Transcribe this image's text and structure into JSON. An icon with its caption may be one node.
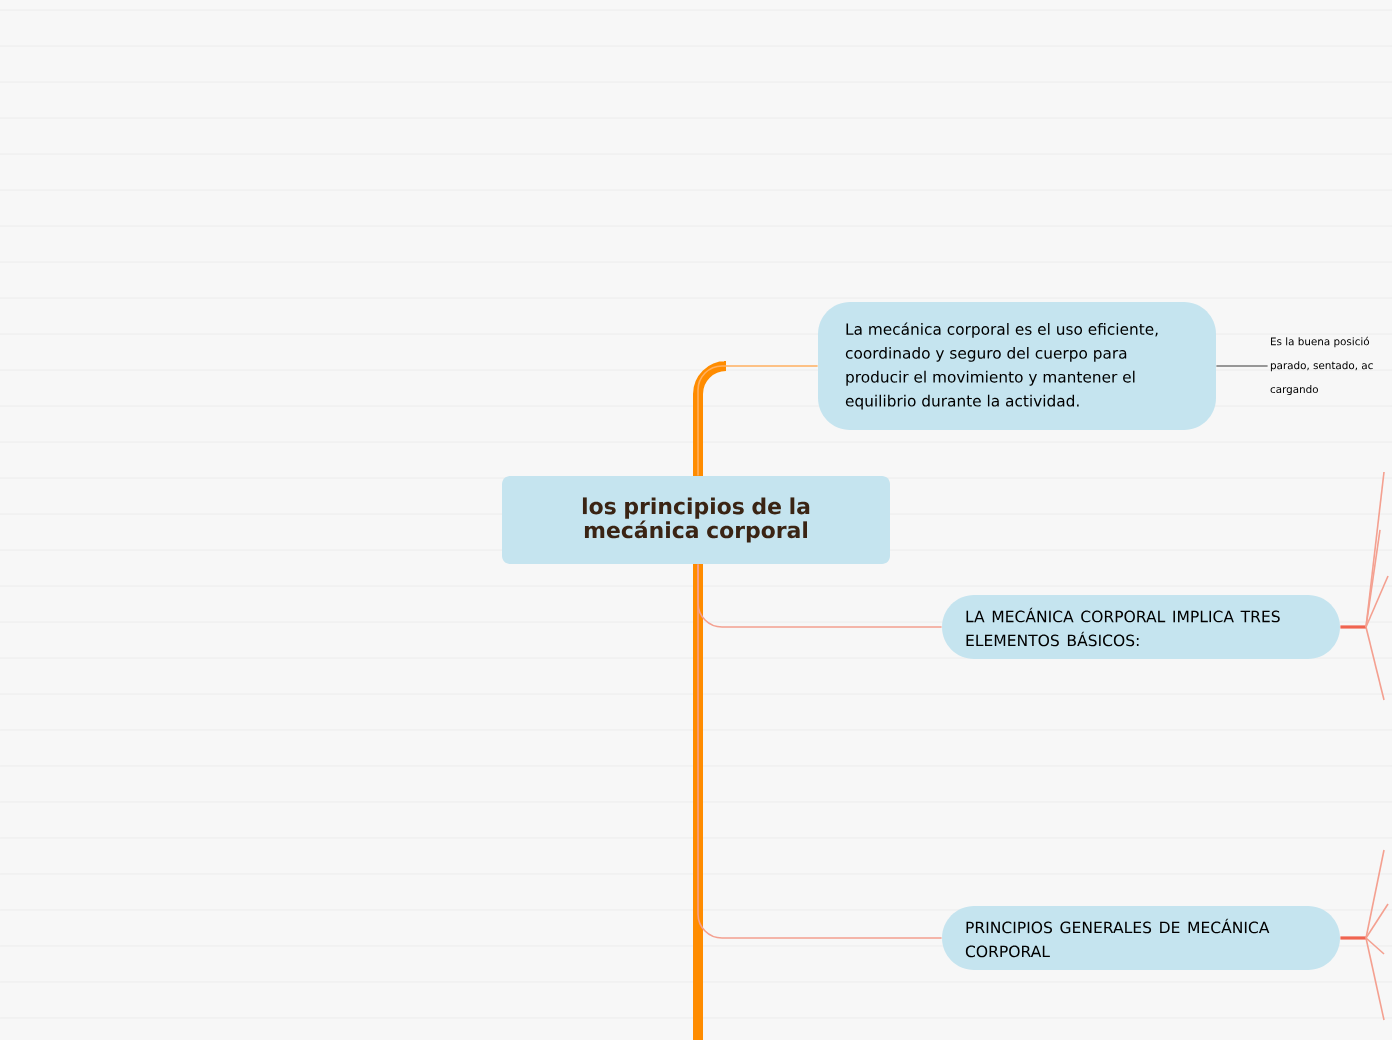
{
  "diagram": {
    "nodes": [
      {
        "text": [
          "los principios de la mecánica corporal"
        ]
      },
      {
        "text": [
          "La mecánica corporal es el uso eficiente, coordinado y seguro del cuerpo para producir el movimiento y mantener el equilibrio durante la actividad."
        ]
      },
      {
        "text": [
          "LA MECÁNICA CORPORAL IMPLICA TRES ELEMENTOS BÁSICOS:"
        ]
      },
      {
        "text": [
          "PRINCIPIOS GENERALES DE MECÁNICA CORPORAL"
        ]
      },
      {
        "text": [
          "Es la buena posició parado, sentado, ac cargando"
        ]
      }
    ],
    "edges": [
      {
        "from": 0,
        "to": 1,
        "arrow": "none",
        "color": "#ffb060"
      },
      {
        "from": 0,
        "to": 2,
        "arrow": "none"
      },
      {
        "from": 0,
        "to": 3,
        "arrow": "none"
      },
      {
        "from": 1,
        "to": 4,
        "arrow": "none",
        "color": "#777777"
      },
      {
        "from": 2,
        "to": null,
        "arrow": "none"
      },
      {
        "from": 2,
        "to": null,
        "arrow": "none"
      },
      {
        "from": 2,
        "to": null,
        "arrow": "none"
      },
      {
        "from": 2,
        "to": null,
        "arrow": "none"
      },
      {
        "from": 3,
        "to": null,
        "arrow": "none"
      },
      {
        "from": 3,
        "to": null,
        "arrow": "none"
      },
      {
        "from": 3,
        "to": null,
        "arrow": "none"
      },
      {
        "from": 3,
        "to": null,
        "arrow": "none"
      }
    ]
  }
}
